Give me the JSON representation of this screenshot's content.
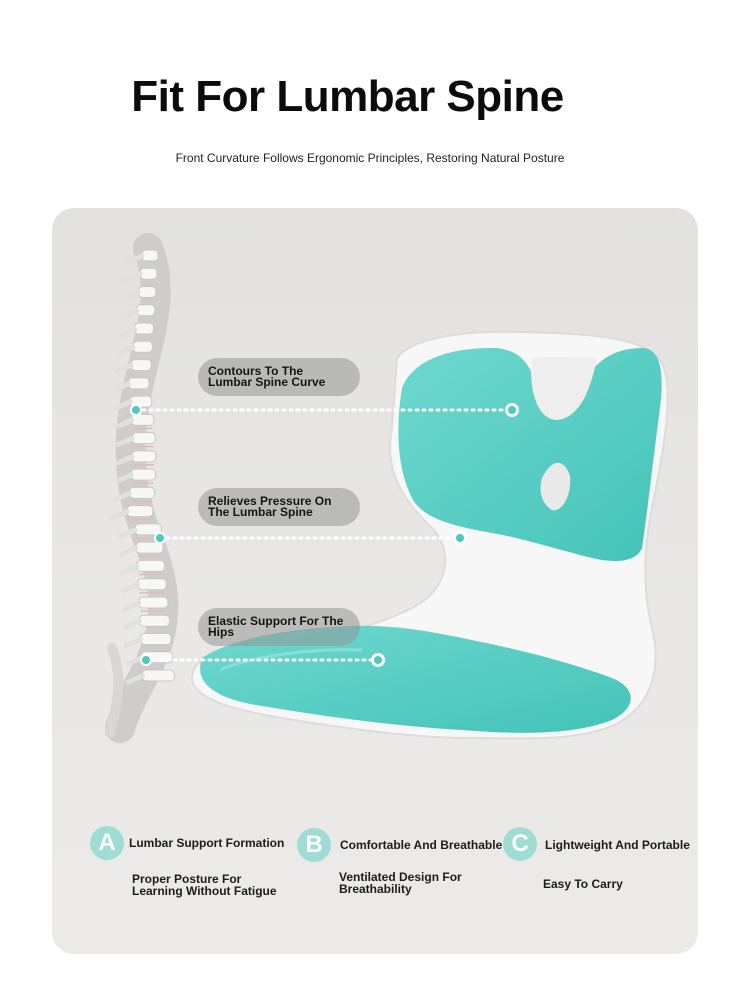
{
  "header": {
    "title": "Fit For Lumbar Spine",
    "subtitle": "Front Curvature Follows Ergonomic Principles, Restoring Natural Posture"
  },
  "callouts": [
    {
      "line1": "Contours To The",
      "line2": "Lumbar Spine Curve"
    },
    {
      "line1": "Relieves Pressure On",
      "line2": "The Lumbar Spine"
    },
    {
      "line1": "Elastic Support For The Hips",
      "line2": ""
    }
  ],
  "features": [
    {
      "letter": "A",
      "title": "Lumbar Support Formation",
      "desc1": "Proper Posture For",
      "desc2": "Learning Without Fatigue"
    },
    {
      "letter": "B",
      "title": "Comfortable And Breathable",
      "desc1": "Ventilated Design For",
      "desc2": "Breathability"
    },
    {
      "letter": "C",
      "title": "Lightweight And Portable",
      "desc1": "Easy To Carry",
      "desc2": ""
    }
  ],
  "colors": {
    "accent": "#9fdcd6",
    "cushion": "#5fd0c6",
    "panel": "#e6e5e3",
    "shell": "#f6f6f6"
  }
}
